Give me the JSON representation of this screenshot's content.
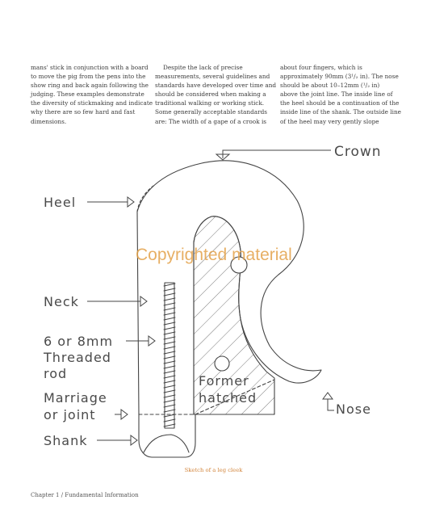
{
  "body_text": {
    "col1": [
      "mans' stick in conjunction with a board",
      "to move the pig from the pens into the",
      "show ring and back again following the",
      "judging. These examples demonstrate",
      "the diversity of stickmaking and indicate",
      "why there are so few hard and fast",
      "dimensions."
    ],
    "col2": [
      "Despite the lack of precise",
      "measurements, several guidelines and",
      "standards have developed over time and",
      "should be considered when making a",
      "traditional walking or working stick.",
      "Some generally acceptable standards",
      "are: The width of a gape of a crook is"
    ],
    "col3": [
      "about four fingers, which is",
      "approximately 90mm (3¹/₂ in). The nose",
      "should be about 10–12mm (¹/₂ in)",
      "above the joint line. The inside line of",
      "the heel should be a continuation of the",
      "inside line of the shank. The outside line",
      "of the heel may very gently slope"
    ]
  },
  "diagram_labels": {
    "crown": "Crown",
    "heel": "Heel",
    "neck": "Neck",
    "threaded_rod": [
      "6 or 8mm",
      "Threaded",
      "rod"
    ],
    "marriage_joint": [
      "Marriage",
      "or joint"
    ],
    "shank": "Shank",
    "former_hatched": [
      "Former",
      "hatched"
    ],
    "nose": "Nose"
  },
  "watermark": "Copyrighted material",
  "caption": "Sketch of a leg cleek",
  "footer": "Chapter 1 / Fundamental Information",
  "colors": {
    "text": "#3c3c3c",
    "line": "#444444",
    "watermark": "#e3a24a",
    "caption": "#d2843a"
  }
}
